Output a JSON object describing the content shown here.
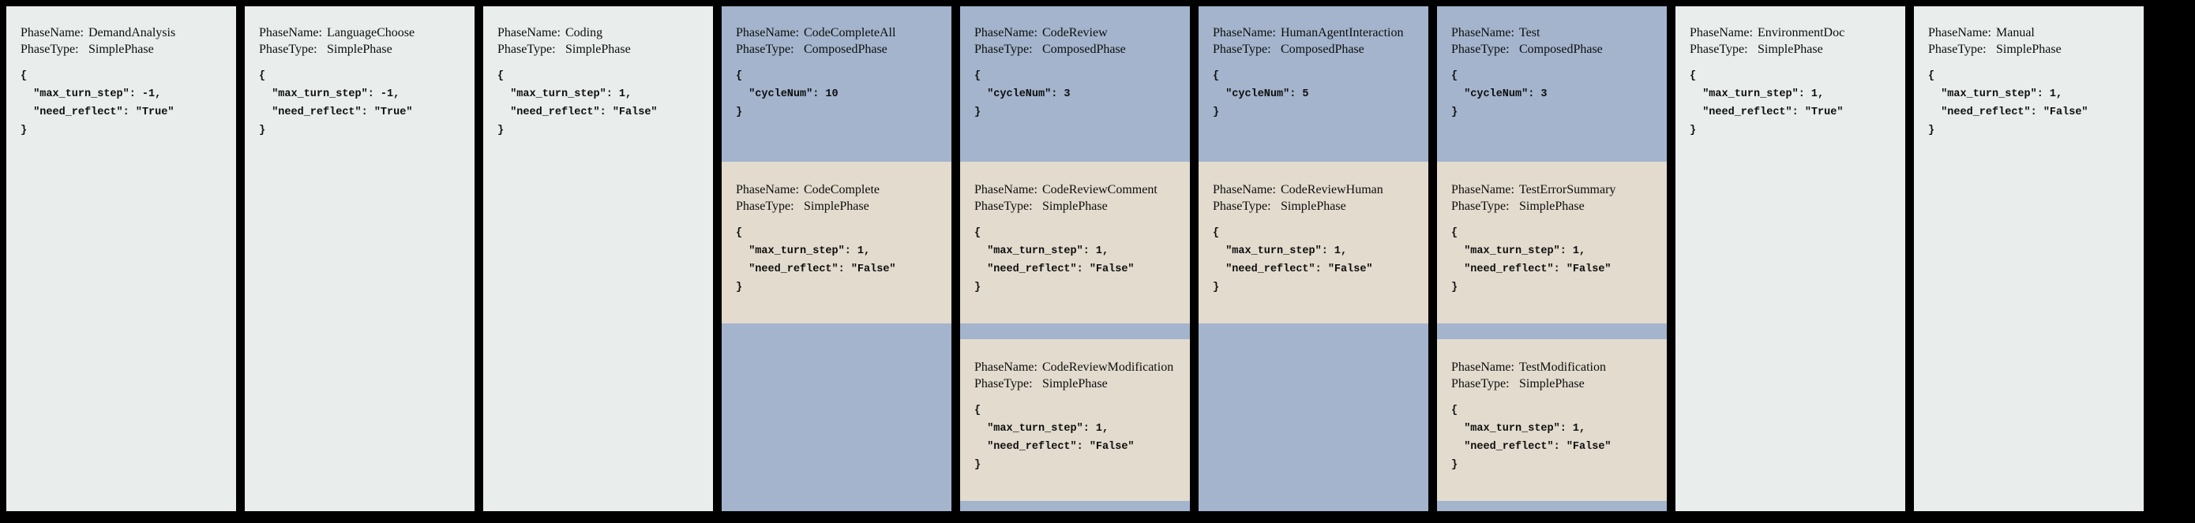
{
  "colors": {
    "page_bg": "#000000",
    "simple_bg": "#e9edeb",
    "composed_bg": "#a3b4cc",
    "subphase_bg": "#e2dbce",
    "text": "#0d0d0d"
  },
  "labels": {
    "phase_name": "PhaseName:",
    "phase_type": "PhaseType:"
  },
  "phases": [
    {
      "name": "DemandAnalysis",
      "type": "SimplePhase",
      "config": "{\n  \"max_turn_step\": -1,\n  \"need_reflect\": \"True\"\n}"
    },
    {
      "name": "LanguageChoose",
      "type": "SimplePhase",
      "config": "{\n  \"max_turn_step\": -1,\n  \"need_reflect\": \"True\"\n}"
    },
    {
      "name": "Coding",
      "type": "SimplePhase",
      "config": "{\n  \"max_turn_step\": 1,\n  \"need_reflect\": \"False\"\n}"
    },
    {
      "name": "CodeCompleteAll",
      "type": "ComposedPhase",
      "config": "{\n  \"cycleNum\": 10\n}",
      "children": [
        {
          "name": "CodeComplete",
          "type": "SimplePhase",
          "config": "{\n  \"max_turn_step\": 1,\n  \"need_reflect\": \"False\"\n}"
        }
      ]
    },
    {
      "name": "CodeReview",
      "type": "ComposedPhase",
      "config": "{\n  \"cycleNum\": 3\n}",
      "children": [
        {
          "name": "CodeReviewComment",
          "type": "SimplePhase",
          "config": "{\n  \"max_turn_step\": 1,\n  \"need_reflect\": \"False\"\n}"
        },
        {
          "name": "CodeReviewModification",
          "type": "SimplePhase",
          "config": "{\n  \"max_turn_step\": 1,\n  \"need_reflect\": \"False\"\n}"
        }
      ]
    },
    {
      "name": "HumanAgentInteraction",
      "type": "ComposedPhase",
      "config": "{\n  \"cycleNum\": 5\n}",
      "children": [
        {
          "name": "CodeReviewHuman",
          "type": "SimplePhase",
          "config": "{\n  \"max_turn_step\": 1,\n  \"need_reflect\": \"False\"\n}"
        }
      ]
    },
    {
      "name": "Test",
      "type": "ComposedPhase",
      "config": "{\n  \"cycleNum\": 3\n}",
      "children": [
        {
          "name": "TestErrorSummary",
          "type": "SimplePhase",
          "config": "{\n  \"max_turn_step\": 1,\n  \"need_reflect\": \"False\"\n}"
        },
        {
          "name": "TestModification",
          "type": "SimplePhase",
          "config": "{\n  \"max_turn_step\": 1,\n  \"need_reflect\": \"False\"\n}"
        }
      ]
    },
    {
      "name": "EnvironmentDoc",
      "type": "SimplePhase",
      "config": "{\n  \"max_turn_step\": 1,\n  \"need_reflect\": \"True\"\n}"
    },
    {
      "name": "Manual",
      "type": "SimplePhase",
      "config": "{\n  \"max_turn_step\": 1,\n  \"need_reflect\": \"False\"\n}"
    }
  ]
}
